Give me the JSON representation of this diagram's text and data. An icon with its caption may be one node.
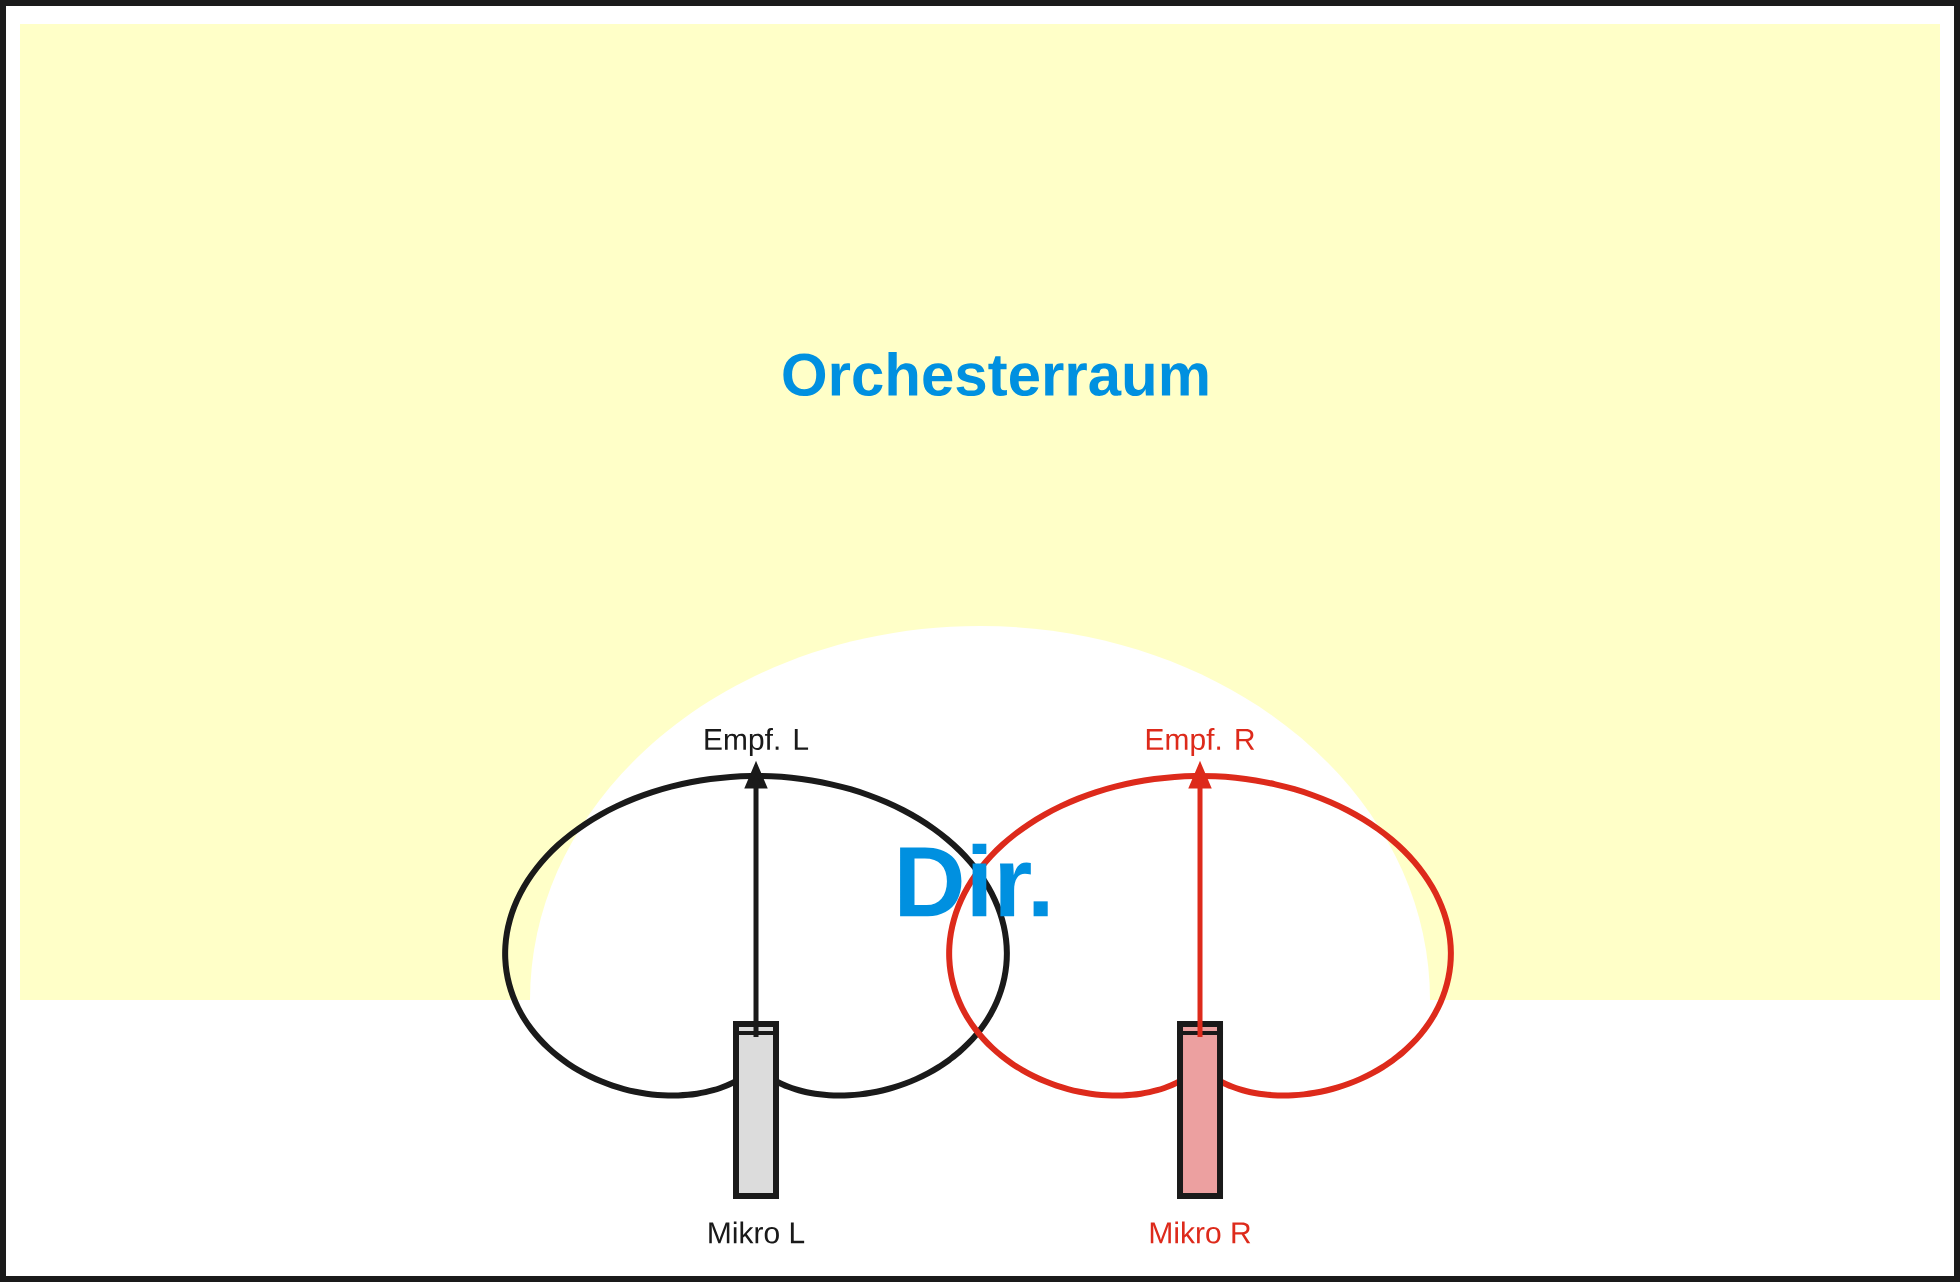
{
  "diagram": {
    "nodes": [
      {
        "text": [
          "Orchesterraum"
        ]
      },
      {
        "text": [
          "Dir."
        ]
      },
      {
        "text": [
          "Mikro L"
        ]
      },
      {
        "text": [
          "Empf. L"
        ]
      },
      {
        "text": [
          "Mikro R"
        ]
      },
      {
        "text": [
          "Empf. R"
        ]
      }
    ],
    "edges": [
      {
        "from": 2,
        "to": 3,
        "arrow": "to"
      },
      {
        "from": 4,
        "to": 5,
        "arrow": "to",
        "color": "#dd2a1b"
      }
    ]
  }
}
